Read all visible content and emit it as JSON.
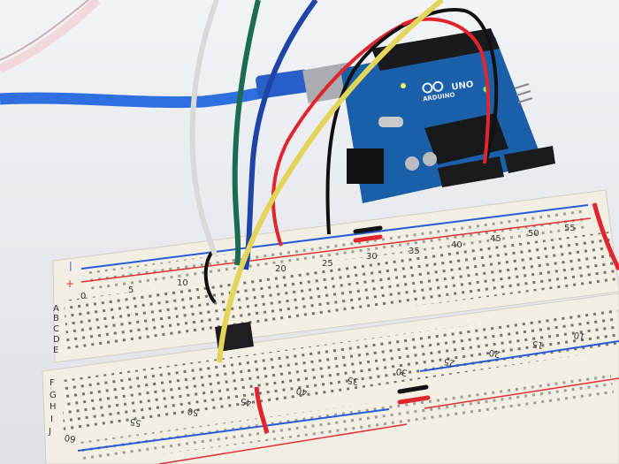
{
  "arduino": {
    "brand": "ARDUINO",
    "model": "UNO"
  },
  "breadboard": {
    "top_numbers": [
      "0",
      "5",
      "10",
      "20",
      "25",
      "30",
      "35",
      "40",
      "45",
      "50",
      "55"
    ],
    "top_rows": [
      "A",
      "B",
      "C",
      "D",
      "E"
    ],
    "bottom_rows": [
      "F",
      "G",
      "H",
      "I",
      "J"
    ],
    "bottom_numbers": [
      "60",
      "55",
      "50",
      "45",
      "40",
      "35",
      "30",
      "25",
      "20",
      "15",
      "10"
    ],
    "rail_plus": "+",
    "rail_minus": "|"
  },
  "colors": {
    "background": "#e9ebf0",
    "breadboard": "#f3efe4",
    "arduino_pcb": "#1a5fa8",
    "rail_red": "#e0303a",
    "rail_blue": "#2a5bd7",
    "usb_cable": "#2f6fe0"
  }
}
